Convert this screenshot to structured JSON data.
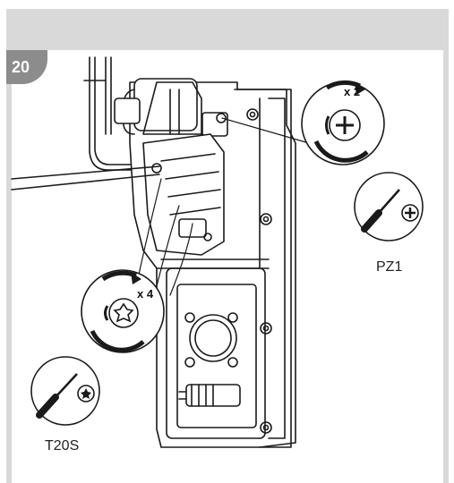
{
  "step": {
    "number": "20"
  },
  "screw_groups": [
    {
      "count_label": "x 2",
      "icon": "phillips-screw-icon"
    },
    {
      "count_label": "x 4",
      "icon": "torx-screw-icon"
    }
  ],
  "tools": [
    {
      "label": "PZ1",
      "icon": "phillips-screwdriver-icon"
    },
    {
      "label": "T20S",
      "icon": "torx-screwdriver-icon"
    }
  ],
  "colors": {
    "header": "#d9d9d9",
    "badge": "#8c8c8c",
    "line": "#1a1a1a"
  }
}
